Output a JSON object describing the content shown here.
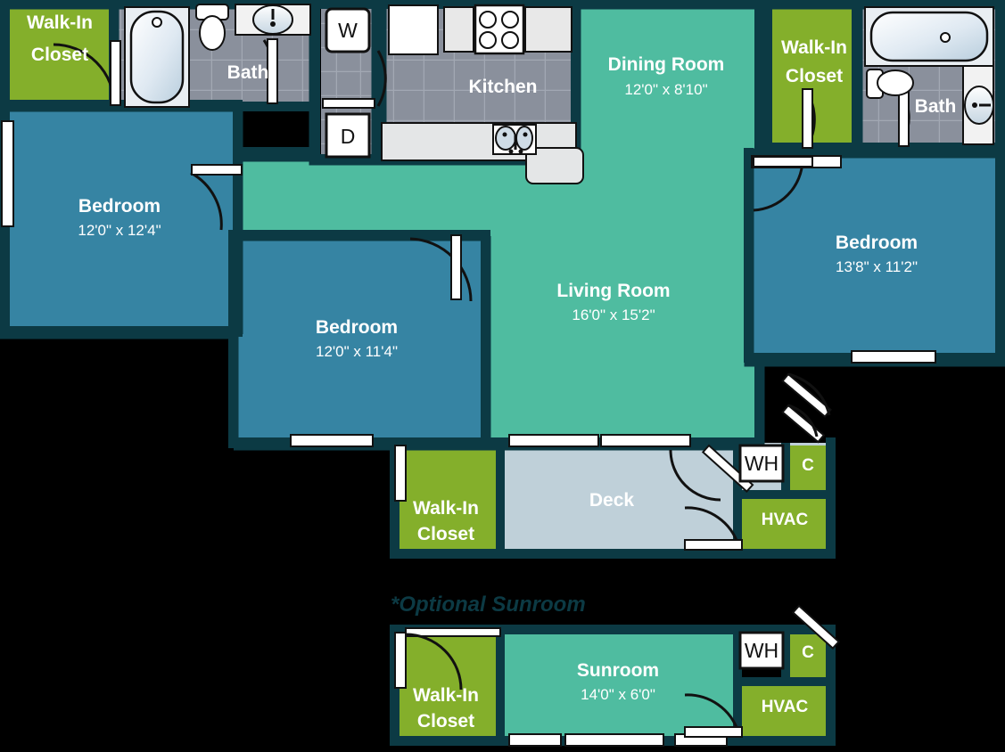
{
  "plan": {
    "title": "*Optional Sunroom",
    "colors": {
      "wall": "#0c3a44",
      "living": "#4fbca0",
      "bedroom": "#3684a3",
      "closet": "#84af2b",
      "deck": "#bfd0d9",
      "bath_tile": "#8a909c",
      "fixture": "#ececec",
      "background": "#000000",
      "label_light": "#ffffff",
      "label_dark": "#0c3a44"
    },
    "rooms": [
      {
        "id": "walk-in-closet-left",
        "name": "Walk-In Closet",
        "dim": ""
      },
      {
        "id": "bath-left",
        "name": "Bath",
        "dim": ""
      },
      {
        "id": "bedroom-left",
        "name": "Bedroom",
        "dim": "12'0\" x 12'4\""
      },
      {
        "id": "kitchen",
        "name": "Kitchen",
        "dim": ""
      },
      {
        "id": "dining-room",
        "name": "Dining Room",
        "dim": "12'0\" x 8'10\""
      },
      {
        "id": "walk-in-closet-right",
        "name": "Walk-In Closet",
        "dim": ""
      },
      {
        "id": "bath-right",
        "name": "Bath",
        "dim": ""
      },
      {
        "id": "bedroom-right",
        "name": "Bedroom",
        "dim": "13'8\" x 11'2\""
      },
      {
        "id": "bedroom-middle",
        "name": "Bedroom",
        "dim": "12'0\" x 11'4\""
      },
      {
        "id": "living-room",
        "name": "Living Room",
        "dim": "16'0\" x 15'2\""
      },
      {
        "id": "walk-in-closet-deck",
        "name": "Walk-In Closet",
        "dim": ""
      },
      {
        "id": "deck",
        "name": "Deck",
        "dim": ""
      },
      {
        "id": "walk-in-closet-sun",
        "name": "Walk-In Closet",
        "dim": ""
      },
      {
        "id": "sunroom",
        "name": "Sunroom",
        "dim": "14'0\" x 6'0\""
      }
    ],
    "appliances": [
      {
        "id": "washer",
        "label": "W"
      },
      {
        "id": "dryer",
        "label": "D"
      },
      {
        "id": "water-heater-deck",
        "label": "WH"
      },
      {
        "id": "closet-deck",
        "label": "C"
      },
      {
        "id": "hvac-deck",
        "label": "HVAC"
      },
      {
        "id": "water-heater-sun",
        "label": "WH"
      },
      {
        "id": "closet-sun",
        "label": "C"
      },
      {
        "id": "hvac-sun",
        "label": "HVAC"
      }
    ]
  }
}
